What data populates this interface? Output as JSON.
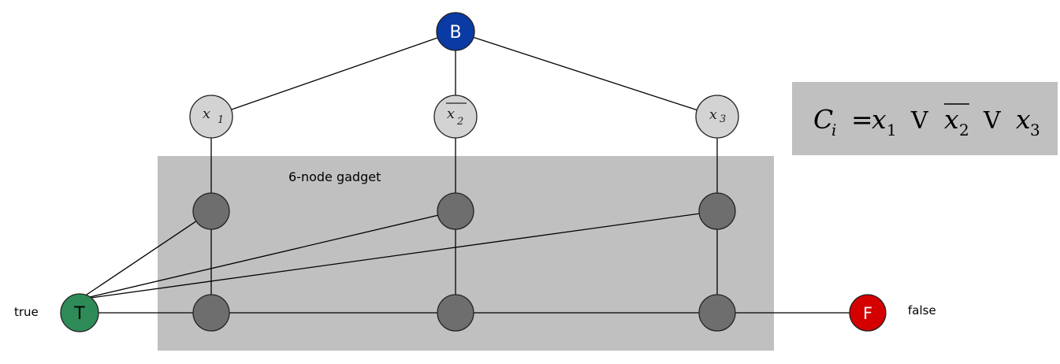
{
  "gadget": {
    "label": "6-node gadget",
    "fill": "#c0c0c0"
  },
  "nodes": {
    "B": {
      "label": "B",
      "fill": "#0a3aa3",
      "text_color": "#ffffff"
    },
    "T": {
      "label": "T",
      "fill": "#2e8b57",
      "text_color": "#000000",
      "side_label": "true"
    },
    "F": {
      "label": "F",
      "fill": "#d40000",
      "text_color": "#ffffff",
      "side_label": "false"
    },
    "lit1": {
      "var": "x",
      "sub": "1",
      "negated": false,
      "fill": "#d3d3d3"
    },
    "lit2": {
      "var": "x",
      "sub": "2",
      "negated": true,
      "fill": "#d3d3d3"
    },
    "lit3": {
      "var": "x",
      "sub": "3",
      "negated": false,
      "fill": "#d3d3d3"
    },
    "gadget_fill": "#6e6e6e"
  },
  "clause": {
    "box_fill": "#c0c0c0",
    "lhs_var": "C",
    "lhs_sub": "i",
    "eq": "=",
    "or_symbol": "V",
    "terms": [
      {
        "var": "x",
        "sub": "1",
        "negated": false
      },
      {
        "var": "x",
        "sub": "2",
        "negated": true
      },
      {
        "var": "x",
        "sub": "3",
        "negated": false
      }
    ]
  }
}
